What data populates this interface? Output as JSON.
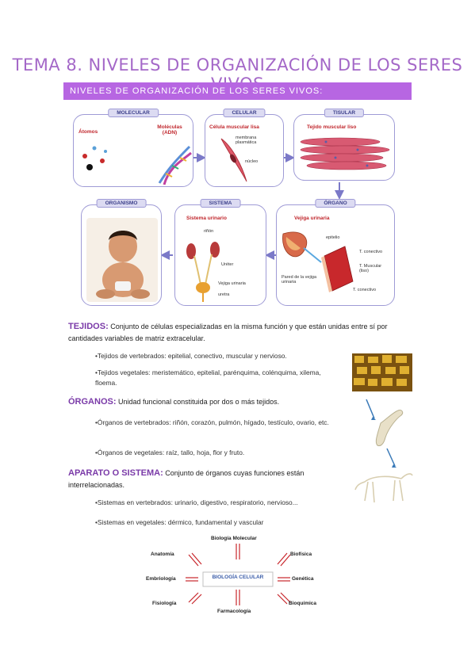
{
  "title": "TEMA 8. NIVELES DE ORGANIZACIÓN DE LOS SERES VIVOS",
  "section_bar": "NIVELES DE ORGANIZACIÓN DE LOS SERES VIVOS:",
  "diagram": {
    "molecular": {
      "tab": "MOLECULAR",
      "atomos": "Átomos",
      "moleculas": "Moléculas (ADN)"
    },
    "celular": {
      "tab": "CELULAR",
      "title": "Célula muscular lisa",
      "membrana": "membrana plasmática",
      "nucleo": "núcleo"
    },
    "tisular": {
      "tab": "TISULAR",
      "title": "Tejido muscular liso"
    },
    "organo": {
      "tab": "ÓRGANO",
      "title": "Vejiga urinaria",
      "epitelio": "epitelio",
      "t_conectivo1": "T. conectivo",
      "t_muscular": "T. Muscular (liso)",
      "pared": "Pared de la vejiga urinaria",
      "t_conectivo2": "T. conectivo"
    },
    "sistema": {
      "tab": "SISTEMA",
      "title": "Sistema urinario",
      "rinon": "riñón",
      "ureter": "Uréter",
      "vejiga": "Vejiga urinaria",
      "uretra": "uretra"
    },
    "organismo": {
      "tab": "ORGANISMO"
    }
  },
  "tejidos": {
    "heading": "TEJIDOS:",
    "text": "Conjunto de células especializadas en la misma función y que están unidas entre sí por cantidades variables de matriz extracelular.",
    "b1": "•Tejidos de vertebrados: epitelial, conectivo, muscular y nervioso.",
    "b2": "•Tejidos vegetales: meristemático, epitelial, parénquima, colénquima, xilema, floema."
  },
  "organos": {
    "heading": "ÓRGANOS:",
    "text": "Unidad funcional constituida por dos o más tejidos.",
    "b1": "•Órganos de vertebrados: riñón, corazón, pulmón, hígado, testículo, ovario, etc.",
    "b2": "•Órganos de vegetales: raíz, tallo, hoja, flor y fruto."
  },
  "aparato": {
    "heading": "APARATO O SISTEMA:",
    "text": "Conjunto de órganos cuyas funciones están interrelacionadas.",
    "b1": "•Sistemas en vertebrados: urinario, digestivo, respiratorio, nervioso...",
    "b2": "•Sistemas en vegetales: dérmico, fundamental y vascular"
  },
  "network": {
    "center": "BIOLOGÍA CELULAR",
    "top": "Biología Molecular",
    "top_left": "Anatomía",
    "top_right": "Biofísica",
    "left": "Embriología",
    "right": "Genética",
    "bottom_left": "Fisiología",
    "bottom_right": "Bioquímica",
    "bottom": "Farmacología"
  }
}
